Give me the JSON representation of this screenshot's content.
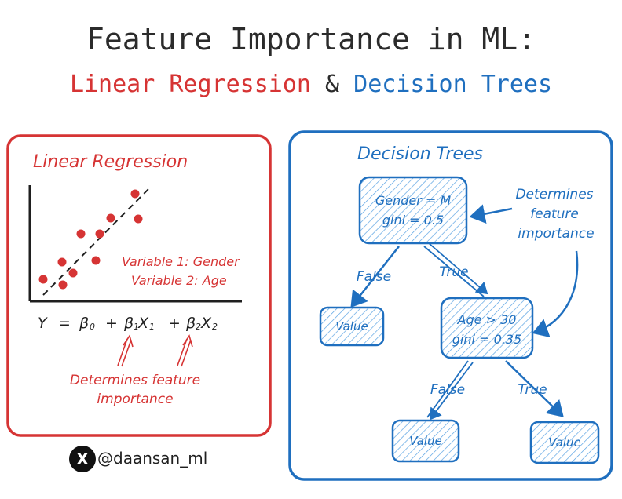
{
  "title": "Feature Importance in ML:",
  "subtitle": {
    "left": "Linear Regression",
    "amp": "&",
    "right": "Decision Trees"
  },
  "left_panel": {
    "heading": "Linear Regression",
    "var1": "Variable 1: Gender",
    "var2": "Variable 2: Age",
    "equation": {
      "y": "Y",
      "eq": "=",
      "b0": "β",
      "b0_sub": "0",
      "plus1": "+",
      "b1": "β",
      "b1_sub": "1",
      "x1": "X",
      "x1_sub": "1",
      "plus2": "+",
      "b2": "β",
      "b2_sub": "2",
      "x2": "X",
      "x2_sub": "2"
    },
    "annotation_line1": "Determines feature",
    "annotation_line2": "importance",
    "color": "#d63434"
  },
  "right_panel": {
    "heading": "Decision Trees",
    "root_node": {
      "line1": "Gender = M",
      "line2": "gini = 0.5"
    },
    "mid_node": {
      "line1": "Age > 30",
      "line2": "gini = 0.35"
    },
    "leaf_left": "Value",
    "leaf_bottom_left": "Value",
    "leaf_bottom_right": "Value",
    "edge_false_1": "False",
    "edge_true_1": "True",
    "edge_false_2": "False",
    "edge_true_2": "True",
    "annotation_line1": "Determines",
    "annotation_line2": "feature",
    "annotation_line3": "importance",
    "color": "#1f6fbf"
  },
  "footer": {
    "logo": "X",
    "handle": "@daansan_ml"
  }
}
